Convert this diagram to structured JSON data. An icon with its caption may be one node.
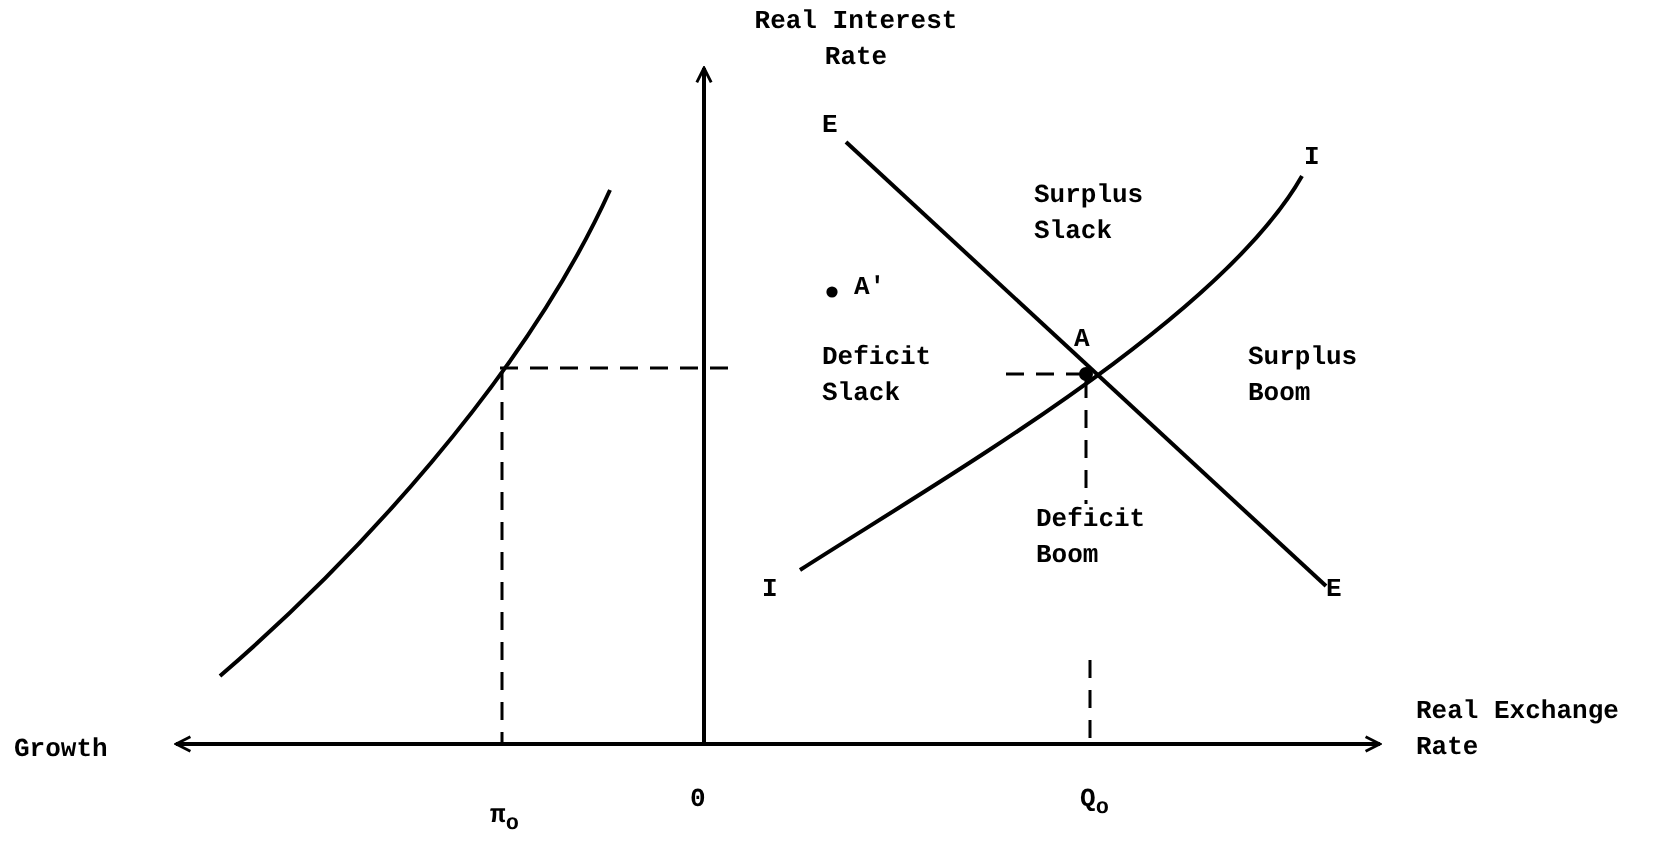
{
  "diagram": {
    "labels": [
      "Real Interest Rate",
      "E",
      "I",
      "Surplus Slack",
      "A'",
      "A",
      "Deficit Slack",
      "Surplus Boom",
      "Deficit Boom",
      "I",
      "E",
      "Growth",
      "Real Exchange Rate",
      "π$_{o}$",
      "0",
      "Q$_{o}$"
    ]
  }
}
